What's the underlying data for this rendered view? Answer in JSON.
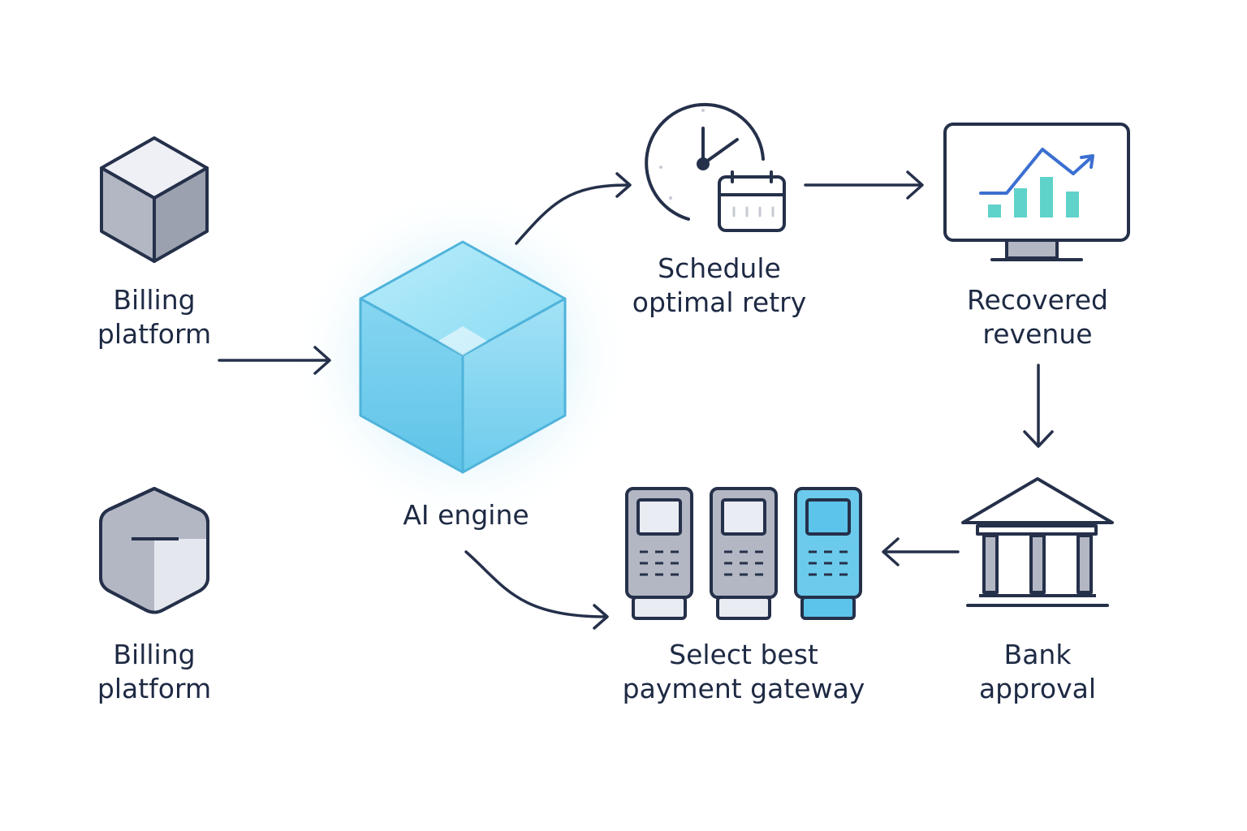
{
  "colors": {
    "ink": "#1e2a44",
    "stroke": "#25304a",
    "gray_dark": "#9a9fae",
    "gray_mid": "#b9bdc8",
    "gray_light": "#e9ecf2",
    "ai_blue": "#6ccbec",
    "ai_glow": "#bfeafa",
    "chart_blue": "#3b6fd1",
    "chart_teal": "#5fd3c9",
    "terminal_blue": "#5cc4ea"
  },
  "nodes": {
    "billing_top": {
      "icon": "cube-icon",
      "line1": "Billing",
      "line2": "platform"
    },
    "billing_bottom": {
      "icon": "hexagon-box-icon",
      "line1": "Billing",
      "line2": "platform"
    },
    "ai_engine": {
      "icon": "ai-cube-icon",
      "label": "AI engine"
    },
    "schedule": {
      "icon": "clock-calendar-icon",
      "line1": "Schedule",
      "line2": "optimal retry"
    },
    "recovered": {
      "icon": "monitor-chart-icon",
      "line1": "Recovered",
      "line2": "revenue"
    },
    "bank": {
      "icon": "bank-icon",
      "line1": "Bank",
      "line2": "approval"
    },
    "gateway": {
      "icon": "payment-terminals-icon",
      "line1": "Select best",
      "line2": "payment gateway"
    }
  },
  "edges": [
    {
      "from": "billing_top",
      "to": "ai_engine"
    },
    {
      "from": "ai_engine",
      "to": "schedule"
    },
    {
      "from": "schedule",
      "to": "recovered"
    },
    {
      "from": "recovered",
      "to": "bank"
    },
    {
      "from": "bank",
      "to": "gateway"
    },
    {
      "from": "ai_engine",
      "to": "gateway"
    }
  ]
}
